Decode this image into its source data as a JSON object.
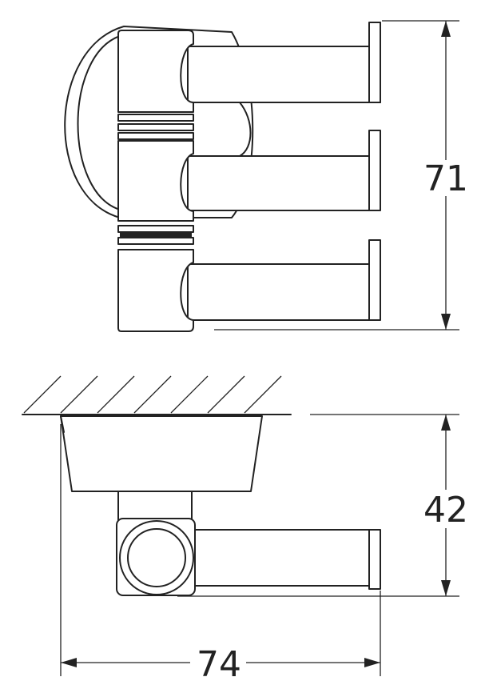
{
  "dimensions": {
    "height_top_view": "71",
    "height_side_view": "42",
    "width_side_view": "74"
  }
}
